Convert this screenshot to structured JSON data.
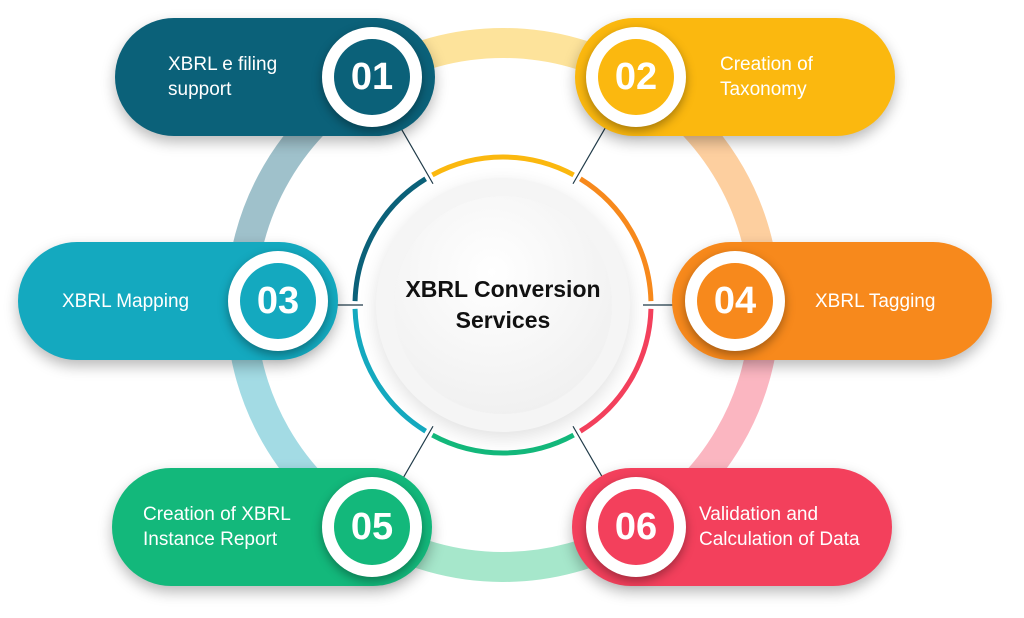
{
  "center": {
    "line1": "XBRL Conversion",
    "line2": "Services"
  },
  "steps": [
    {
      "number": "01",
      "line1": "XBRL e filing",
      "line2": "support",
      "color": "#0b6179"
    },
    {
      "number": "02",
      "line1": "Creation of",
      "line2": "Taxonomy",
      "color": "#fbb80f"
    },
    {
      "number": "03",
      "line1": "XBRL Mapping",
      "line2": "",
      "color": "#14a9bf"
    },
    {
      "number": "04",
      "line1": "XBRL Tagging",
      "line2": "",
      "color": "#f7891c"
    },
    {
      "number": "05",
      "line1": "Creation of XBRL",
      "line2": "Instance Report",
      "color": "#13b87b"
    },
    {
      "number": "06",
      "line1": "Validation and",
      "line2": "Calculation of Data",
      "color": "#f3405c"
    }
  ]
}
